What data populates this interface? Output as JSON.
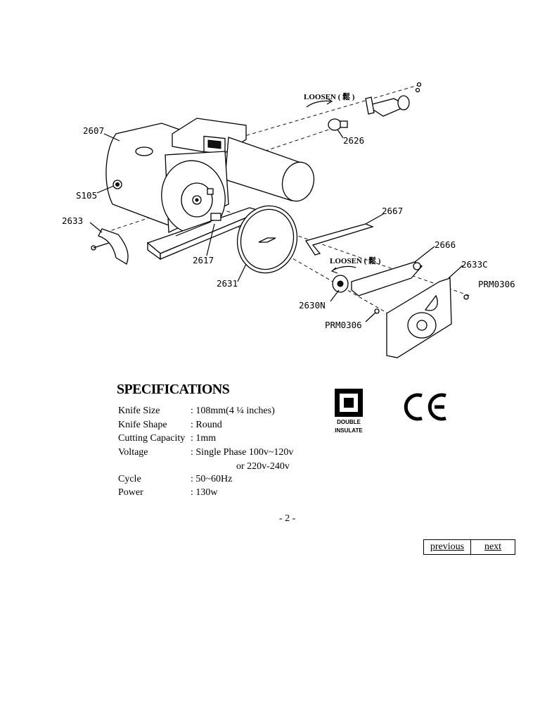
{
  "diagram": {
    "part_labels": {
      "p2607": "2607",
      "s105": "S105",
      "p2633": "2633",
      "p2617": "2617",
      "p2631": "2631",
      "p2626": "2626",
      "p2667": "2667",
      "p2666": "2666",
      "p2633c": "2633C",
      "prm0306_a": "PRM0306",
      "p2630n": "2630N",
      "prm0306_b": "PRM0306"
    },
    "loosen_top": "LOOSEN ( 鬆 )",
    "loosen_mid": "LOOSEN ( 鬆 )"
  },
  "specifications": {
    "title": "SPECIFICATIONS",
    "rows": [
      {
        "key": "Knife Size",
        "value": ": 108mm(4  ¼   inches)"
      },
      {
        "key": "Knife Shape",
        "value": ": Round"
      },
      {
        "key": "Cutting Capacity",
        "value": ": 1mm"
      },
      {
        "key": "Voltage",
        "value": ": Single Phase 100v~120v"
      },
      {
        "key": "Cycle",
        "value": ": 50~60Hz"
      },
      {
        "key": "Power",
        "value": ": 130w"
      }
    ],
    "voltage_alt": "or     220v-240v"
  },
  "marks": {
    "double_insulate_line1": "DOUBLE",
    "double_insulate_line2": "INSULATE",
    "ce": "CE"
  },
  "page_number": "- 2 -",
  "nav": {
    "previous": "previous",
    "next": "next"
  }
}
